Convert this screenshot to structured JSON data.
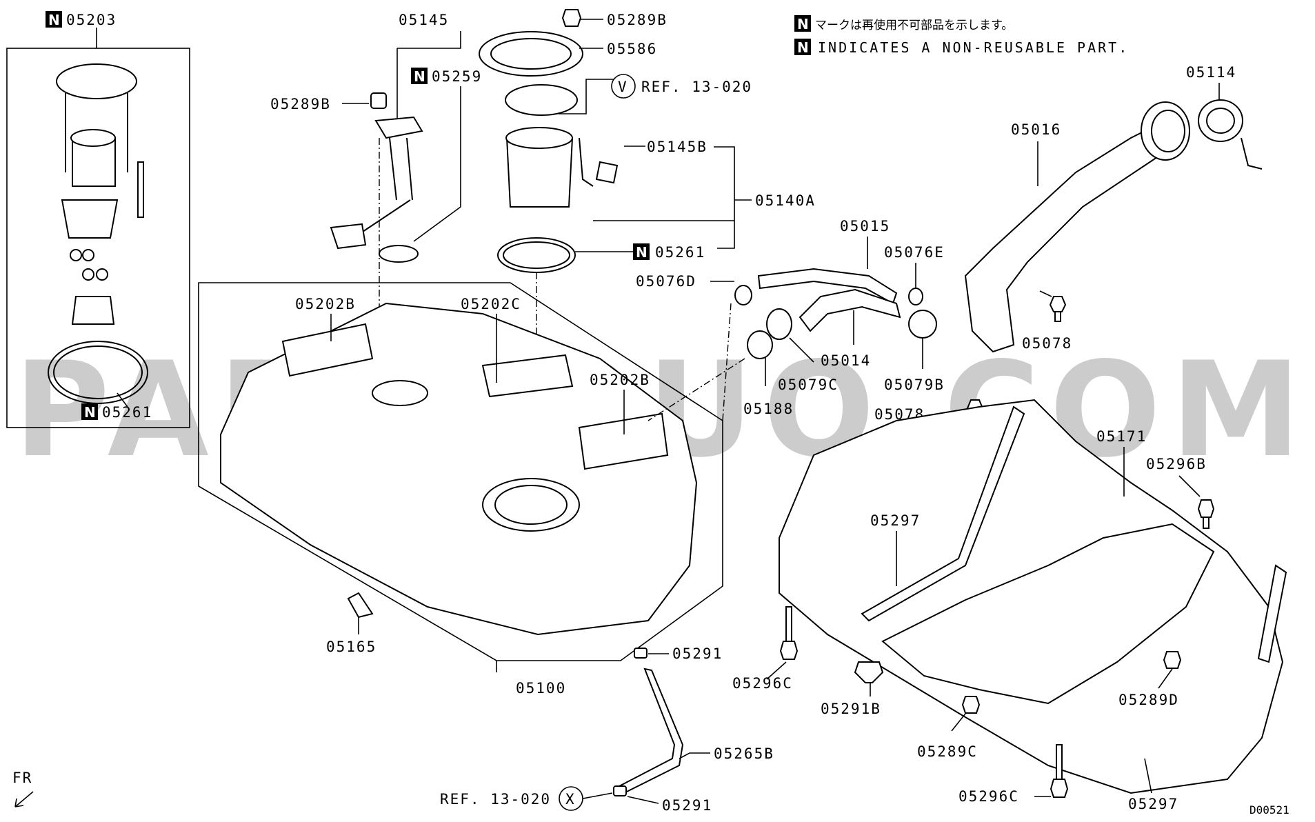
{
  "watermark": "PARTSOUQ.COM",
  "notes": {
    "badge": "N",
    "japanese": "マークは再使用不可部品を示します。",
    "english": "INDICATES A NON-REUSABLE PART."
  },
  "diagram_id": "D00521",
  "direction_label": "FR",
  "references": {
    "v": {
      "circle": "V",
      "text": "REF. 13-020"
    },
    "x": {
      "circle": "X",
      "text": "REF. 13-020"
    }
  },
  "labels": {
    "p05203": "05203",
    "p05261_left": "05261",
    "p05145": "05145",
    "p05259": "05259",
    "p05289B_top": "05289B",
    "p05289B_mid": "05289B",
    "p05586": "05586",
    "p05145B": "05145B",
    "p05140A": "05140A",
    "p05261_mid": "05261",
    "p05114": "05114",
    "p05016": "05016",
    "p05015": "05015",
    "p05076E": "05076E",
    "p05076D": "05076D",
    "p05078_top": "05078",
    "p05078_bottom": "05078",
    "p05014": "05014",
    "p05079C": "05079C",
    "p05079B": "05079B",
    "p05188": "05188",
    "p05202B_left": "05202B",
    "p05202C": "05202C",
    "p05202B_right": "05202B",
    "p05171": "05171",
    "p05296B": "05296B",
    "p05297_top": "05297",
    "p05297_bottom": "05297",
    "p05165": "05165",
    "p05100": "05100",
    "p05291_top": "05291",
    "p05291_bottom": "05291",
    "p05296C_left": "05296C",
    "p05296C_right": "05296C",
    "p05291B": "05291B",
    "p05289C": "05289C",
    "p05289D": "05289D",
    "p05265B": "05265B"
  }
}
